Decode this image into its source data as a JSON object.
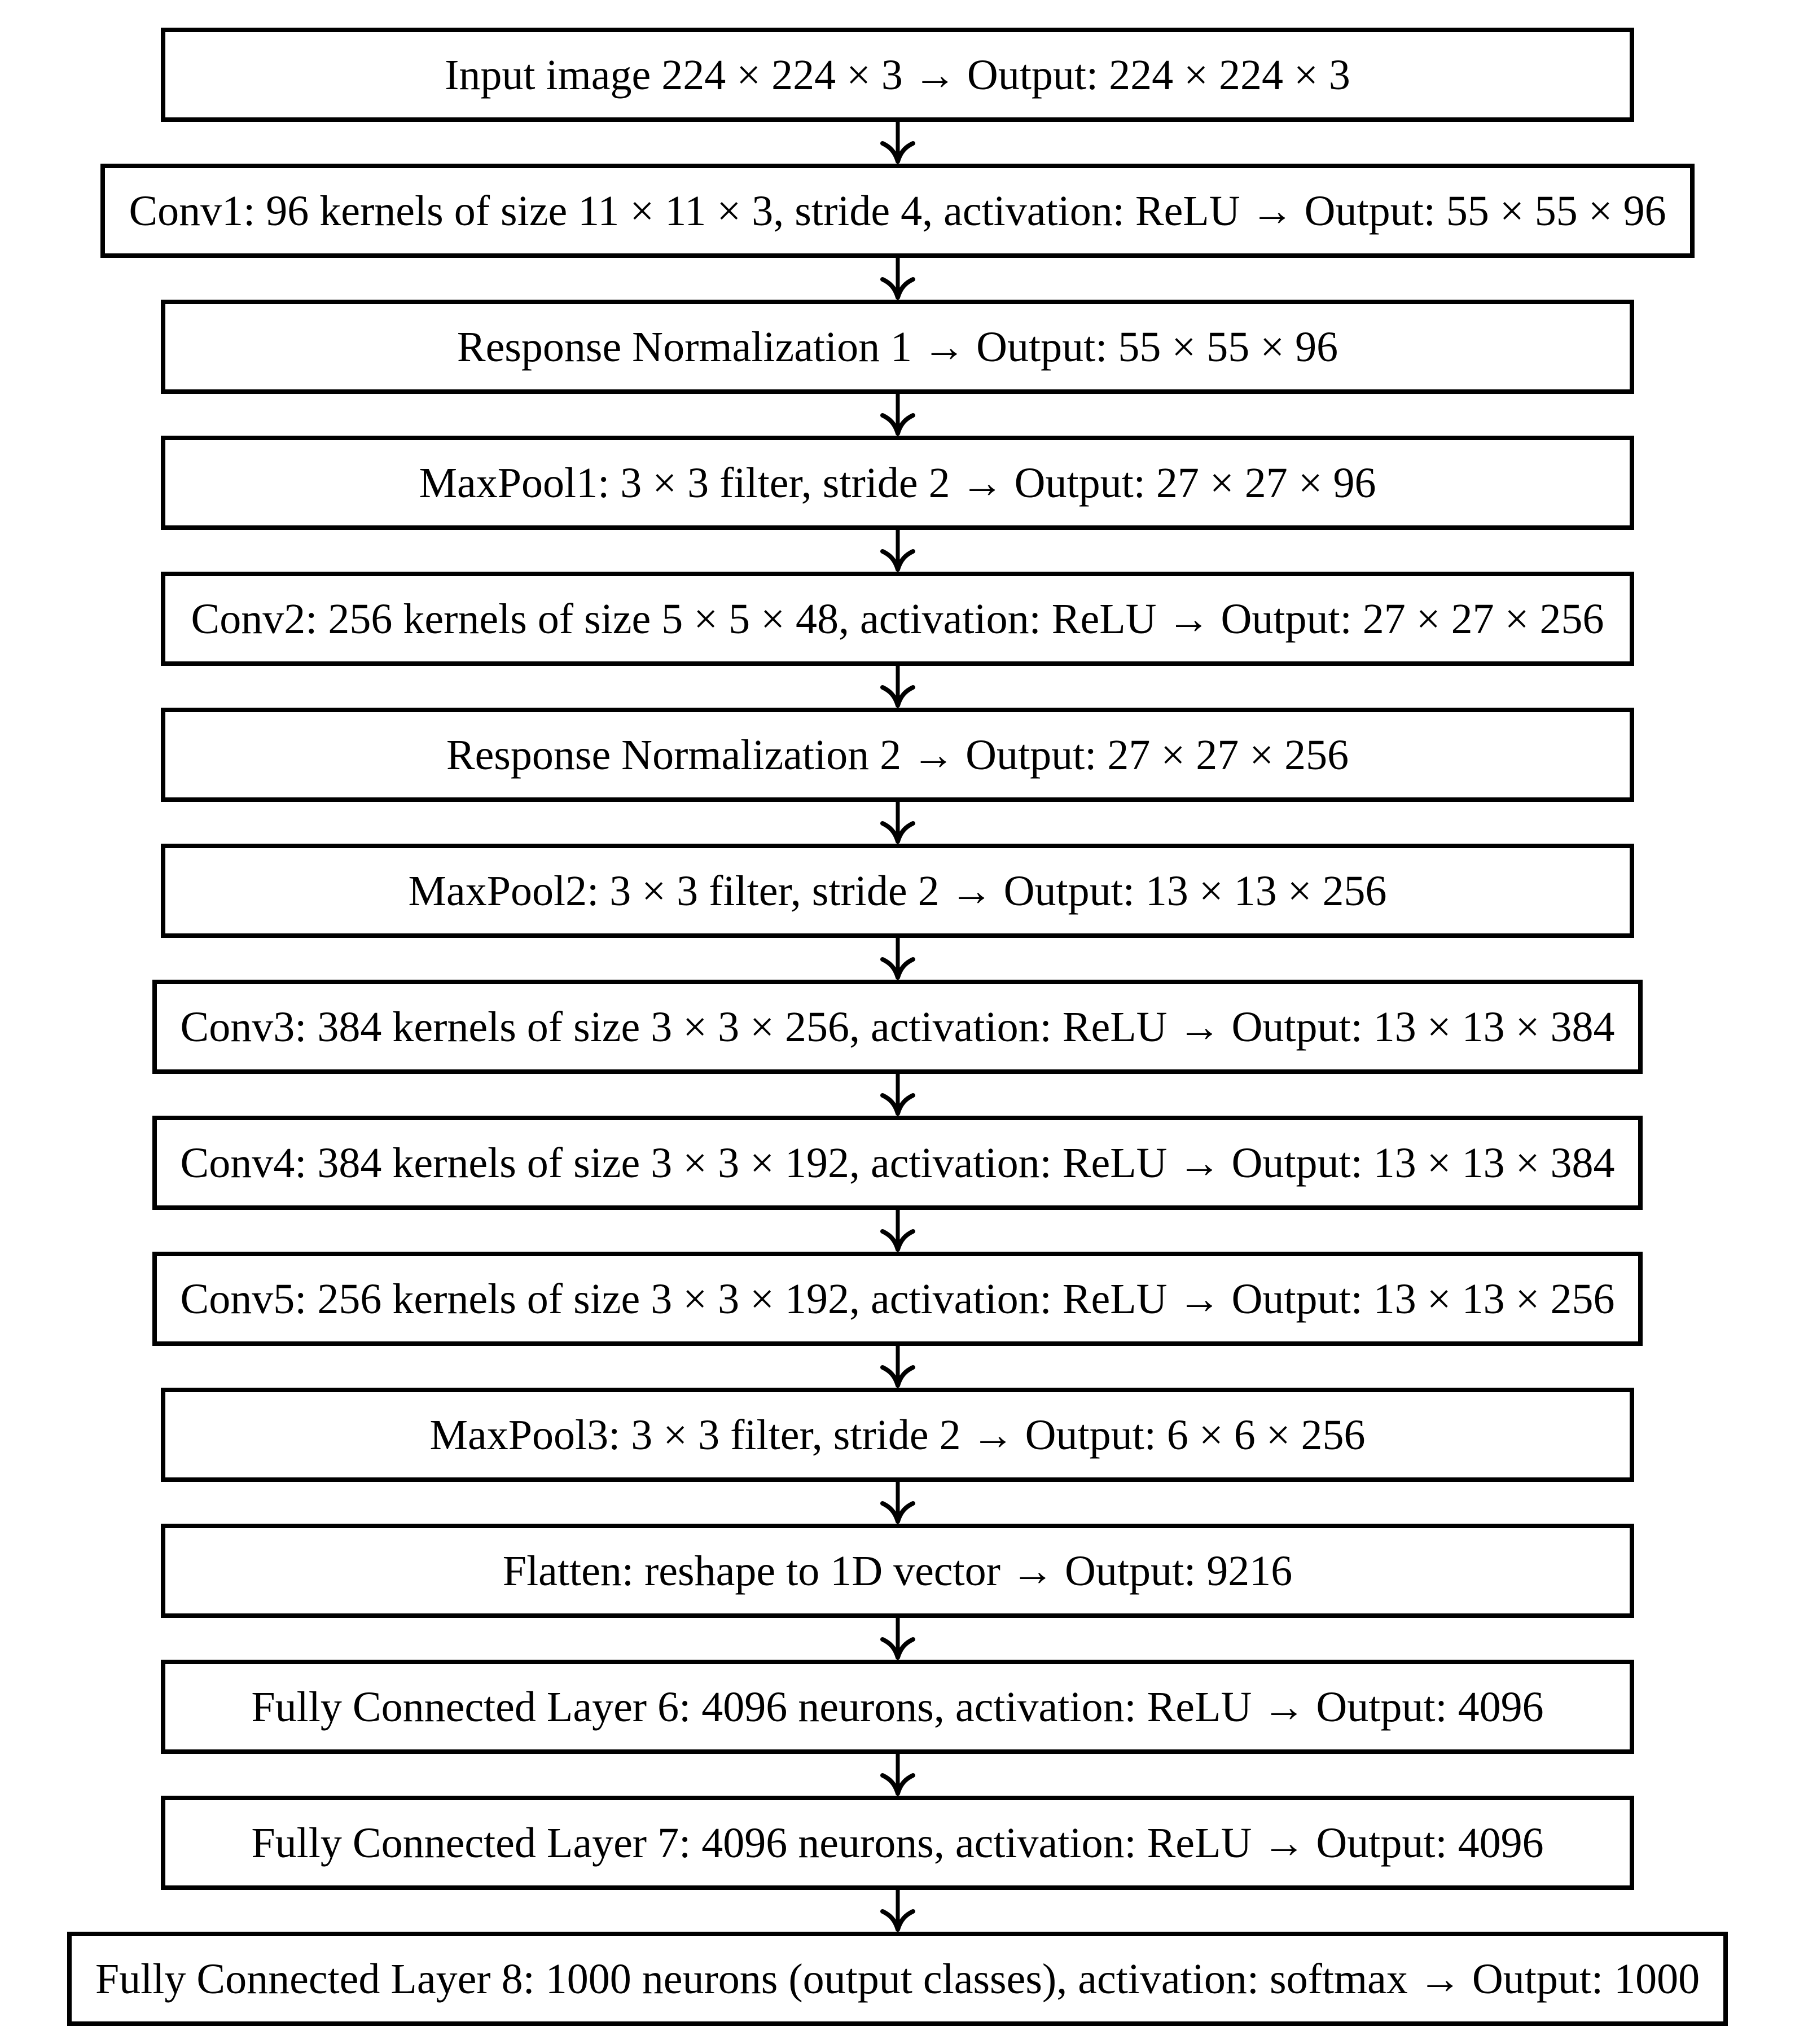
{
  "diagram": {
    "description": "AlexNet convolutional neural network architecture flowchart, vertical sequence of layer boxes connected by downward arrows",
    "colors": {
      "background": "#ffffff",
      "box_fill": "#ffffff",
      "box_border": "#000000",
      "text": "#000000",
      "arrow": "#000000"
    },
    "connector": {
      "type": "arrow-down",
      "count": 14
    },
    "nodes": [
      {
        "id": "input",
        "label": "Input image 224 × 224 × 3 → Output: 224 × 224 × 3"
      },
      {
        "id": "conv1",
        "label": "Conv1: 96 kernels of size 11 × 11 × 3, stride 4, activation: ReLU → Output: 55 × 55 × 96"
      },
      {
        "id": "response-norm1",
        "label": "Response Normalization 1 → Output: 55 × 55 × 96"
      },
      {
        "id": "maxpool1",
        "label": "MaxPool1: 3 × 3 filter, stride 2 → Output: 27 × 27 × 96"
      },
      {
        "id": "conv2",
        "label": "Conv2: 256 kernels of size 5 × 5 × 48, activation: ReLU → Output: 27 × 27 × 256"
      },
      {
        "id": "response-norm2",
        "label": "Response Normalization 2 → Output: 27 × 27 × 256"
      },
      {
        "id": "maxpool2",
        "label": "MaxPool2: 3 × 3 filter, stride 2 → Output: 13 × 13 × 256"
      },
      {
        "id": "conv3",
        "label": "Conv3: 384 kernels of size 3 × 3 × 256, activation: ReLU → Output: 13 × 13 × 384"
      },
      {
        "id": "conv4",
        "label": "Conv4: 384 kernels of size 3 × 3 × 192, activation: ReLU → Output: 13 × 13 × 384"
      },
      {
        "id": "conv5",
        "label": "Conv5: 256 kernels of size 3 × 3 × 192, activation: ReLU → Output: 13 × 13 × 256"
      },
      {
        "id": "maxpool3",
        "label": "MaxPool3: 3 × 3 filter, stride 2 → Output: 6 × 6 × 256"
      },
      {
        "id": "flatten",
        "label": "Flatten: reshape to 1D vector → Output: 9216"
      },
      {
        "id": "fc6",
        "label": "Fully Connected Layer 6: 4096 neurons, activation: ReLU → Output: 4096"
      },
      {
        "id": "fc7",
        "label": "Fully Connected Layer 7: 4096 neurons, activation: ReLU → Output: 4096"
      },
      {
        "id": "fc8",
        "label": "Fully Connected Layer 8: 1000 neurons (output classes), activation: softmax → Output: 1000"
      }
    ]
  }
}
